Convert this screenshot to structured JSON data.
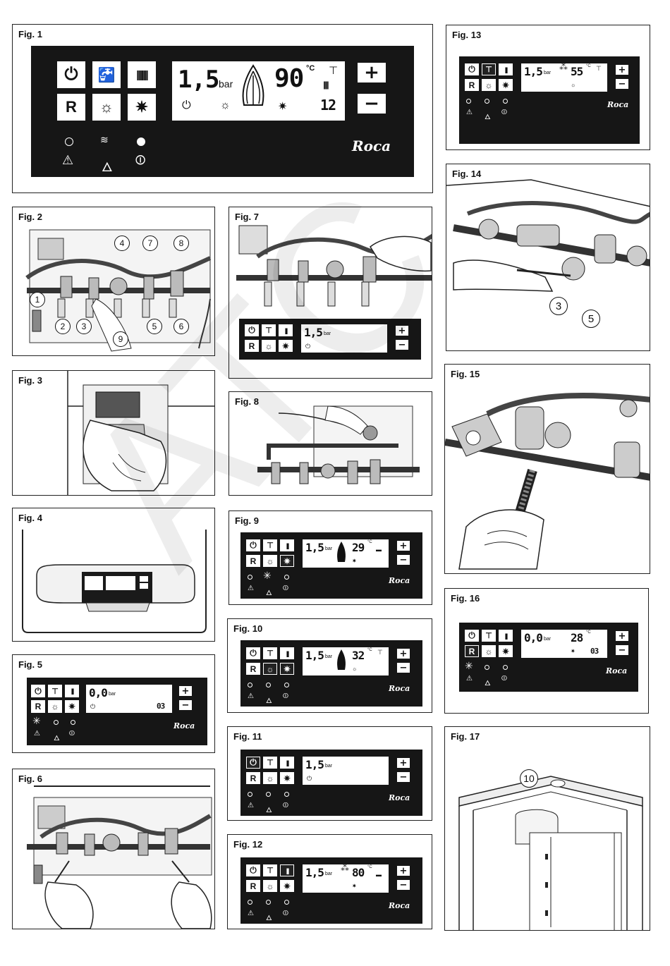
{
  "figures": {
    "f1": "Fig. 1",
    "f2": "Fig. 2",
    "f3": "Fig. 3",
    "f4": "Fig. 4",
    "f5": "Fig. 5",
    "f6": "Fig. 6",
    "f7": "Fig. 7",
    "f8": "Fig. 8",
    "f9": "Fig. 9",
    "f10": "Fig. 10",
    "f11": "Fig. 11",
    "f12": "Fig. 12",
    "f13": "Fig. 13",
    "f14": "Fig. 14",
    "f15": "Fig. 15",
    "f16": "Fig. 16",
    "f17": "Fig. 17"
  },
  "panel": {
    "brand": "Roca",
    "reset_label": "R",
    "plus": "+",
    "minus": "−",
    "bar_unit": "bar",
    "celsius": "°C"
  },
  "fig1": {
    "pressure": "1,5",
    "temp": "90",
    "code": "12"
  },
  "fig5": {
    "pressure": "0,0",
    "code": "03"
  },
  "fig7": {
    "pressure": "1,5"
  },
  "fig9": {
    "pressure": "1,5",
    "temp": "29"
  },
  "fig10": {
    "pressure": "1,5",
    "temp": "32"
  },
  "fig11": {
    "pressure": "1,5"
  },
  "fig12": {
    "pressure": "1,5",
    "temp": "80"
  },
  "fig13": {
    "pressure": "1,5",
    "temp": "55"
  },
  "fig16": {
    "pressure": "0,0",
    "temp": "28",
    "code": "03"
  },
  "callouts": {
    "fig2": [
      "1",
      "2",
      "3",
      "4",
      "5",
      "6",
      "7",
      "8",
      "9"
    ],
    "fig14": [
      "3",
      "5"
    ],
    "fig17": [
      "10"
    ]
  },
  "watermark": "ATC"
}
